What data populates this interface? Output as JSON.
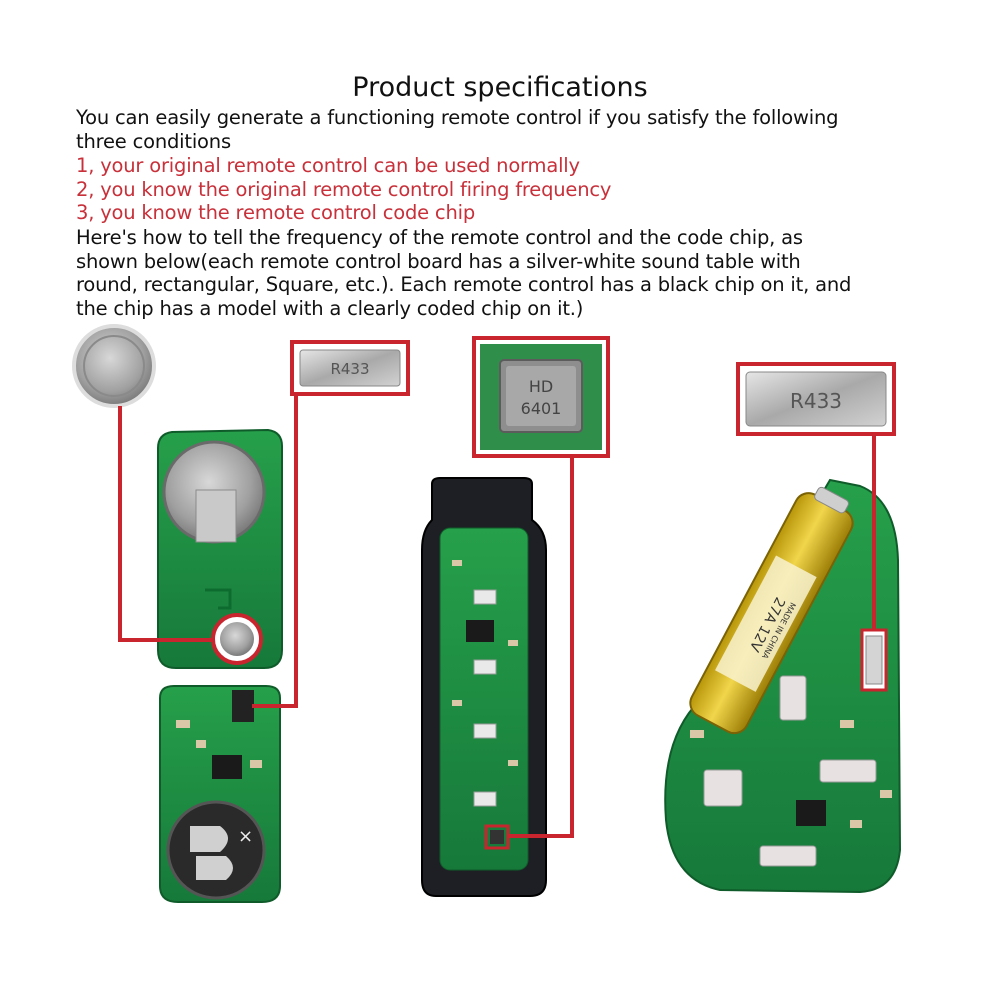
{
  "title": "Product specifications",
  "intro": [
    "You can easily generate a functioning remote control if you satisfy the following",
    "three conditions"
  ],
  "conditions": [
    "1, your original remote control can be used normally",
    "2, you know the original remote control firing frequency",
    "3, you know the remote control code chip"
  ],
  "explanation": [
    "Here's how to tell the frequency of the remote control and the code chip, as",
    "shown below(each remote control board has a silver-white sound table with",
    "round, rectangular, Square, etc.). Each remote control has a black chip on it, and",
    "the chip has a model with a clearly coded chip on it.)"
  ],
  "chip_labels": {
    "resonator_1": "R433",
    "code_chip": [
      "HD",
      "6401"
    ],
    "resonator_2": "R433",
    "battery": [
      "27A 12V",
      "MADE IN CHINA"
    ]
  },
  "colors": {
    "callout_red": "#c8252e",
    "pcb_green": "#1f8a3c",
    "text_red": "#c8303a"
  }
}
